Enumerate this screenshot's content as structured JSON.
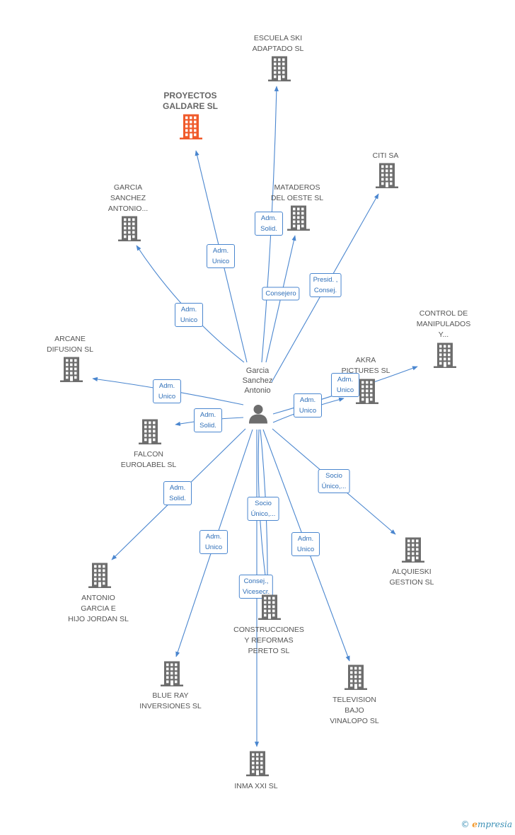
{
  "center": {
    "name": "Garcia\nSanchez\nAntonio",
    "icon": "person-icon"
  },
  "colors": {
    "edge": "#4a86cf",
    "building": "#6d6d6d",
    "highlight": "#f05a2a"
  },
  "nodes": [
    {
      "id": "escuela",
      "label": "ESCUELA SKI\nADAPTADO SL",
      "icon": "building-icon"
    },
    {
      "id": "proyectos",
      "label": "PROYECTOS\nGALDARE SL",
      "icon": "building-icon",
      "highlight": true
    },
    {
      "id": "citi",
      "label": "CITI SA",
      "icon": "building-icon"
    },
    {
      "id": "mataderos",
      "label": "MATADEROS\nDEL OESTE SL",
      "icon": "building-icon"
    },
    {
      "id": "garcia",
      "label": "GARCIA\nSANCHEZ\nANTONIO...",
      "icon": "building-icon"
    },
    {
      "id": "control",
      "label": "CONTROL DE\nMANIPULADOS\nY...",
      "icon": "building-icon"
    },
    {
      "id": "arcane",
      "label": "ARCANE\nDIFUSION SL",
      "icon": "building-icon"
    },
    {
      "id": "akra",
      "label": "AKRA\nPICTURES SL",
      "icon": "building-icon"
    },
    {
      "id": "falcon",
      "label": "FALCON\nEUROLABEL SL",
      "icon": "building-icon"
    },
    {
      "id": "antonio",
      "label": "ANTONIO\nGARCIA E\nHIJO JORDAN SL",
      "icon": "building-icon"
    },
    {
      "id": "alquieski",
      "label": "ALQUIESKI\nGESTION  SL",
      "icon": "building-icon"
    },
    {
      "id": "construcciones",
      "label": "CONSTRUCCIONES\nY REFORMAS\nPERETO  SL",
      "icon": "building-icon"
    },
    {
      "id": "blueray",
      "label": "BLUE RAY\nINVERSIONES SL",
      "icon": "building-icon"
    },
    {
      "id": "television",
      "label": "TELEVISION\nBAJO\nVINALOPO SL",
      "icon": "building-icon"
    },
    {
      "id": "inma",
      "label": "INMA XXI SL",
      "icon": "building-icon"
    }
  ],
  "edges": [
    {
      "to": "escuela",
      "label": "Adm.\nSolid."
    },
    {
      "to": "proyectos",
      "label": "Adm.\nUnico"
    },
    {
      "to": "citi",
      "label": "Presid. ,\nConsej."
    },
    {
      "to": "mataderos",
      "label": "Consejero"
    },
    {
      "to": "garcia",
      "label": "Adm.\nUnico"
    },
    {
      "to": "control",
      "label": "Adm.\nUnico"
    },
    {
      "to": "arcane",
      "label": "Adm.\nUnico"
    },
    {
      "to": "akra",
      "label": "Adm.\nUnico"
    },
    {
      "to": "falcon",
      "label": "Adm.\nSolid."
    },
    {
      "to": "antonio",
      "label": "Adm.\nSolid."
    },
    {
      "to": "alquieski",
      "label": "Socio\nÚnico,..."
    },
    {
      "to": "construcciones",
      "label": "Socio\nÚnico,..."
    },
    {
      "to": "construcciones",
      "label": "Consej.,\nVicesecr."
    },
    {
      "to": "blueray",
      "label": "Adm.\nUnico"
    },
    {
      "to": "television",
      "label": "Adm.\nUnico"
    },
    {
      "to": "inma",
      "label": ""
    }
  ],
  "footer": {
    "copyright": "©",
    "brand_initial": "e",
    "brand_rest": "mpresia"
  }
}
